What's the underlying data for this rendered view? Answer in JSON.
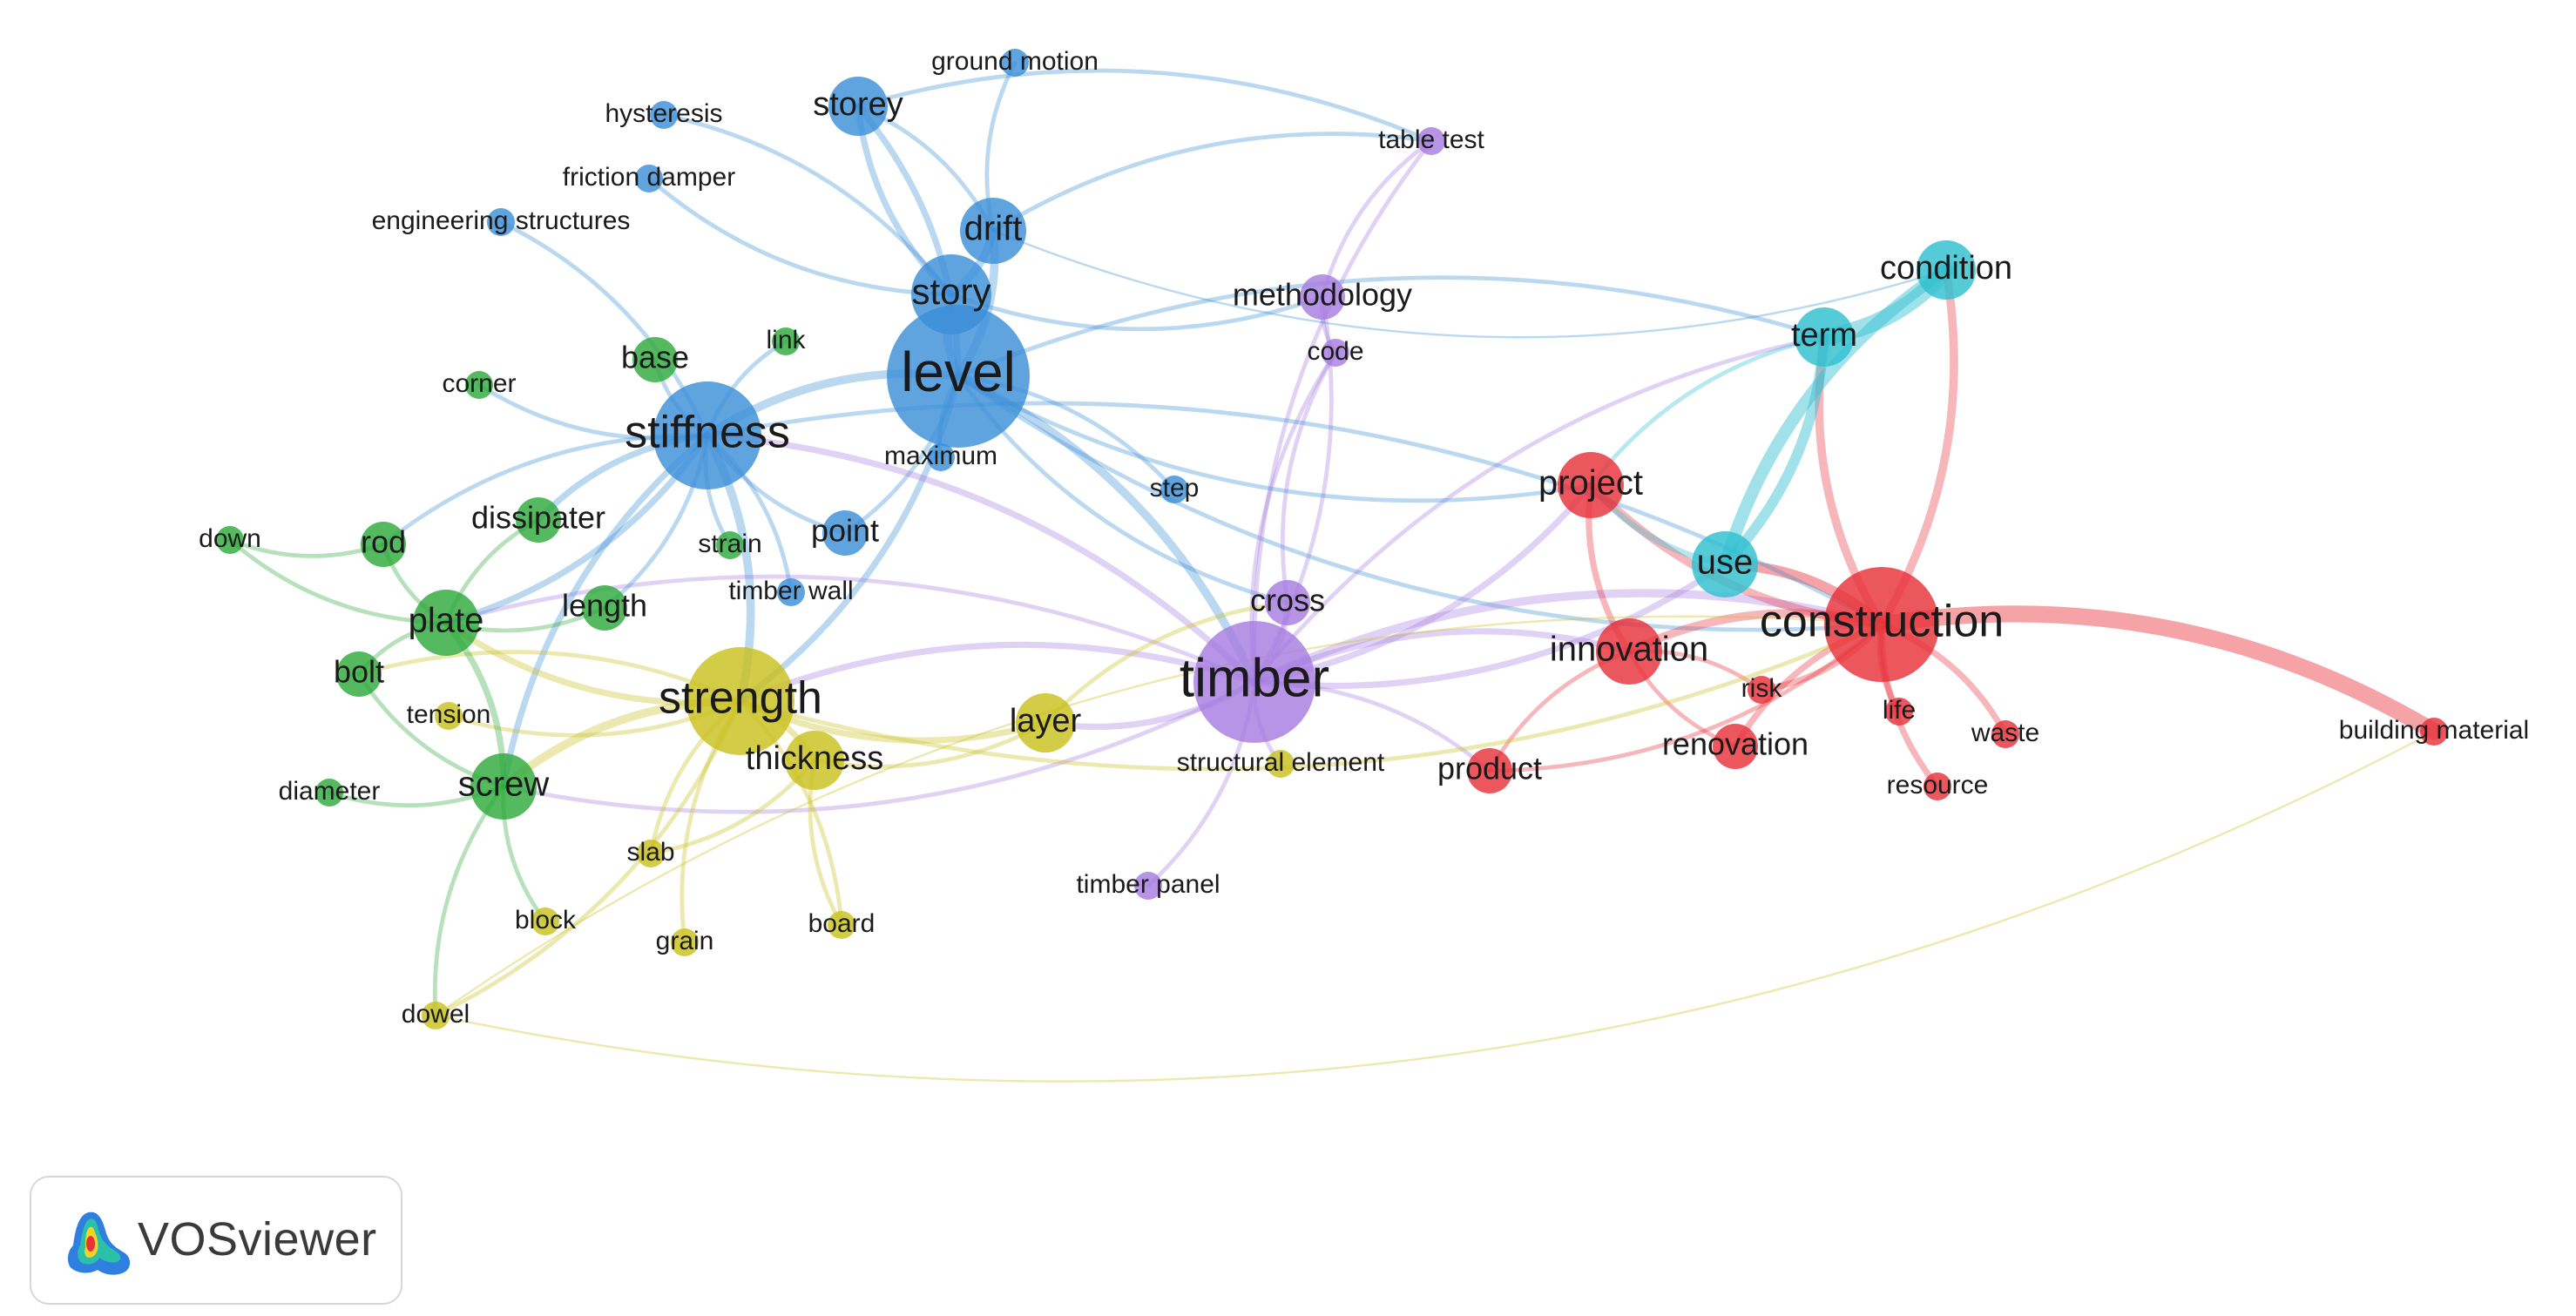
{
  "clusters": {
    "red": {
      "color": "#e8323a"
    },
    "green": {
      "color": "#2eaa3c"
    },
    "blue": {
      "color": "#3c8fd8"
    },
    "yellow": {
      "color": "#c9c11e"
    },
    "purple": {
      "color": "#a77de0"
    },
    "cyan": {
      "color": "#2fbfd0"
    }
  },
  "nodes": [
    {
      "id": "level",
      "label": "level",
      "cluster": "blue",
      "weight": 10
    },
    {
      "id": "timber",
      "label": "timber",
      "cluster": "purple",
      "weight": 9
    },
    {
      "id": "construction",
      "label": "construction",
      "cluster": "red",
      "weight": 8
    },
    {
      "id": "stiffness",
      "label": "stiffness",
      "cluster": "blue",
      "weight": 7
    },
    {
      "id": "strength",
      "label": "strength",
      "cluster": "yellow",
      "weight": 7
    },
    {
      "id": "story",
      "label": "story",
      "cluster": "blue",
      "weight": 6
    },
    {
      "id": "drift",
      "label": "drift",
      "cluster": "blue",
      "weight": 5
    },
    {
      "id": "storey",
      "label": "storey",
      "cluster": "blue",
      "weight": 4
    },
    {
      "id": "screw",
      "label": "screw",
      "cluster": "green",
      "weight": 5
    },
    {
      "id": "plate",
      "label": "plate",
      "cluster": "green",
      "weight": 5
    },
    {
      "id": "innovation",
      "label": "innovation",
      "cluster": "red",
      "weight": 5
    },
    {
      "id": "project",
      "label": "project",
      "cluster": "red",
      "weight": 5
    },
    {
      "id": "use",
      "label": "use",
      "cluster": "cyan",
      "weight": 5
    },
    {
      "id": "term",
      "label": "term",
      "cluster": "cyan",
      "weight": 4
    },
    {
      "id": "condition",
      "label": "condition",
      "cluster": "cyan",
      "weight": 4
    },
    {
      "id": "layer",
      "label": "layer",
      "cluster": "yellow",
      "weight": 4
    },
    {
      "id": "thickness",
      "label": "thickness",
      "cluster": "yellow",
      "weight": 4
    },
    {
      "id": "cross",
      "label": "cross",
      "cluster": "purple",
      "weight": 3
    },
    {
      "id": "dissipater",
      "label": "dissipater",
      "cluster": "green",
      "weight": 3
    },
    {
      "id": "length",
      "label": "length",
      "cluster": "green",
      "weight": 3
    },
    {
      "id": "point",
      "label": "point",
      "cluster": "blue",
      "weight": 3
    },
    {
      "id": "base",
      "label": "base",
      "cluster": "green",
      "weight": 3
    },
    {
      "id": "rod",
      "label": "rod",
      "cluster": "green",
      "weight": 3
    },
    {
      "id": "bolt",
      "label": "bolt",
      "cluster": "green",
      "weight": 3
    },
    {
      "id": "product",
      "label": "product",
      "cluster": "red",
      "weight": 3
    },
    {
      "id": "renovation",
      "label": "renovation",
      "cluster": "red",
      "weight": 3
    },
    {
      "id": "risk",
      "label": "risk",
      "cluster": "red",
      "weight": 2
    },
    {
      "id": "life",
      "label": "life",
      "cluster": "red",
      "weight": 2
    },
    {
      "id": "waste",
      "label": "waste",
      "cluster": "red",
      "weight": 2
    },
    {
      "id": "resource",
      "label": "resource",
      "cluster": "red",
      "weight": 2
    },
    {
      "id": "building-material",
      "label": "building material",
      "cluster": "red",
      "weight": 2
    },
    {
      "id": "methodology",
      "label": "methodology",
      "cluster": "purple",
      "weight": 3
    },
    {
      "id": "code",
      "label": "code",
      "cluster": "purple",
      "weight": 2
    },
    {
      "id": "step",
      "label": "step",
      "cluster": "blue",
      "weight": 2
    },
    {
      "id": "table-test",
      "label": "table test",
      "cluster": "purple",
      "weight": 2
    },
    {
      "id": "structural-element",
      "label": "structural element",
      "cluster": "yellow",
      "weight": 2
    },
    {
      "id": "timber-panel",
      "label": "timber panel",
      "cluster": "purple",
      "weight": 2
    },
    {
      "id": "ground-motion",
      "label": "ground motion",
      "cluster": "blue",
      "weight": 2
    },
    {
      "id": "hysteresis",
      "label": "hysteresis",
      "cluster": "blue",
      "weight": 2
    },
    {
      "id": "friction-damper",
      "label": "friction damper",
      "cluster": "blue",
      "weight": 2
    },
    {
      "id": "engineering-structures",
      "label": "engineering structures",
      "cluster": "blue",
      "weight": 2
    },
    {
      "id": "link",
      "label": "link",
      "cluster": "green",
      "weight": 2
    },
    {
      "id": "corner",
      "label": "corner",
      "cluster": "green",
      "weight": 2
    },
    {
      "id": "maximum",
      "label": "maximum",
      "cluster": "blue",
      "weight": 2
    },
    {
      "id": "strain",
      "label": "strain",
      "cluster": "green",
      "weight": 2
    },
    {
      "id": "timber-wall",
      "label": "timber wall",
      "cluster": "blue",
      "weight": 2
    },
    {
      "id": "down",
      "label": "down",
      "cluster": "green",
      "weight": 2
    },
    {
      "id": "tension",
      "label": "tension",
      "cluster": "yellow",
      "weight": 2
    },
    {
      "id": "diameter",
      "label": "diameter",
      "cluster": "green",
      "weight": 2
    },
    {
      "id": "slab",
      "label": "slab",
      "cluster": "yellow",
      "weight": 2
    },
    {
      "id": "block",
      "label": "block",
      "cluster": "yellow",
      "weight": 2
    },
    {
      "id": "grain",
      "label": "grain",
      "cluster": "yellow",
      "weight": 2
    },
    {
      "id": "board",
      "label": "board",
      "cluster": "yellow",
      "weight": 2
    },
    {
      "id": "dowel",
      "label": "dowel",
      "cluster": "yellow",
      "weight": 2
    }
  ],
  "links": [
    [
      "level",
      "timber",
      4
    ],
    [
      "level",
      "stiffness",
      4
    ],
    [
      "level",
      "story",
      4
    ],
    [
      "level",
      "drift",
      4
    ],
    [
      "level",
      "strength",
      3
    ],
    [
      "level",
      "storey",
      3
    ],
    [
      "level",
      "point",
      2
    ],
    [
      "level",
      "construction",
      2
    ],
    [
      "level",
      "step",
      2
    ],
    [
      "level",
      "cross",
      2
    ],
    [
      "timber",
      "construction",
      4
    ],
    [
      "timber",
      "strength",
      3
    ],
    [
      "timber",
      "innovation",
      3
    ],
    [
      "timber",
      "project",
      3
    ],
    [
      "timber",
      "layer",
      3
    ],
    [
      "timber",
      "cross",
      3
    ],
    [
      "timber",
      "product",
      2
    ],
    [
      "timber",
      "use",
      3
    ],
    [
      "timber",
      "term",
      2
    ],
    [
      "timber",
      "methodology",
      2
    ],
    [
      "timber",
      "code",
      2
    ],
    [
      "timber",
      "structural-element",
      2
    ],
    [
      "timber",
      "timber-panel",
      2
    ],
    [
      "timber",
      "stiffness",
      3
    ],
    [
      "timber",
      "screw",
      2
    ],
    [
      "timber",
      "plate",
      2
    ],
    [
      "timber",
      "table-test",
      2
    ],
    [
      "construction",
      "use",
      5
    ],
    [
      "construction",
      "term",
      4
    ],
    [
      "construction",
      "condition",
      4
    ],
    [
      "construction",
      "building-material",
      8
    ],
    [
      "construction",
      "innovation",
      4
    ],
    [
      "construction",
      "project",
      4
    ],
    [
      "construction",
      "renovation",
      3
    ],
    [
      "construction",
      "risk",
      3
    ],
    [
      "construction",
      "life",
      3
    ],
    [
      "construction",
      "waste",
      3
    ],
    [
      "construction",
      "resource",
      3
    ],
    [
      "construction",
      "product",
      2
    ],
    [
      "use",
      "term",
      5
    ],
    [
      "use",
      "condition",
      6
    ],
    [
      "term",
      "condition",
      8
    ],
    [
      "use",
      "project",
      3
    ],
    [
      "term",
      "project",
      2
    ],
    [
      "innovation",
      "project",
      3
    ],
    [
      "innovation",
      "renovation",
      2
    ],
    [
      "innovation",
      "risk",
      2
    ],
    [
      "innovation",
      "product",
      2
    ],
    [
      "stiffness",
      "strength",
      4
    ],
    [
      "stiffness",
      "screw",
      3
    ],
    [
      "stiffness",
      "plate",
      3
    ],
    [
      "stiffness",
      "dissipater",
      3
    ],
    [
      "stiffness",
      "base",
      2
    ],
    [
      "stiffness",
      "point",
      2
    ],
    [
      "stiffness",
      "length",
      2
    ],
    [
      "stiffness",
      "rod",
      2
    ],
    [
      "stiffness",
      "link",
      2
    ],
    [
      "strength",
      "screw",
      4
    ],
    [
      "strength",
      "thickness",
      3
    ],
    [
      "strength",
      "layer",
      3
    ],
    [
      "strength",
      "plate",
      3
    ],
    [
      "strength",
      "bolt",
      2
    ],
    [
      "strength",
      "tension",
      2
    ],
    [
      "strength",
      "slab",
      2
    ],
    [
      "strength",
      "dowel",
      2
    ],
    [
      "strength",
      "grain",
      2
    ],
    [
      "strength",
      "board",
      2
    ],
    [
      "screw",
      "plate",
      3
    ],
    [
      "screw",
      "diameter",
      2
    ],
    [
      "screw",
      "dowel",
      2
    ],
    [
      "screw",
      "bolt",
      2
    ],
    [
      "screw",
      "block",
      2
    ],
    [
      "plate",
      "rod",
      2
    ],
    [
      "plate",
      "bolt",
      2
    ],
    [
      "plate",
      "dissipater",
      2
    ],
    [
      "plate",
      "length",
      2
    ],
    [
      "plate",
      "down",
      2
    ],
    [
      "story",
      "drift",
      4
    ],
    [
      "story",
      "storey",
      3
    ],
    [
      "drift",
      "storey",
      2
    ],
    [
      "drift",
      "ground-motion",
      2
    ],
    [
      "story",
      "hysteresis",
      2
    ],
    [
      "story",
      "friction-damper",
      2
    ],
    [
      "stiffness",
      "engineering-structures",
      2
    ],
    [
      "drift",
      "table-test",
      2
    ],
    [
      "level",
      "maximum",
      2
    ],
    [
      "stiffness",
      "corner",
      2
    ],
    [
      "stiffness",
      "strain",
      2
    ],
    [
      "stiffness",
      "timber-wall",
      2
    ],
    [
      "thickness",
      "layer",
      2
    ],
    [
      "thickness",
      "slab",
      2
    ],
    [
      "thickness",
      "board",
      2
    ],
    [
      "layer",
      "cross",
      2
    ],
    [
      "methodology",
      "code",
      2
    ],
    [
      "methodology",
      "table-test",
      2
    ],
    [
      "code",
      "cross",
      2
    ],
    [
      "dowel",
      "construction",
      1
    ],
    [
      "dowel",
      "building-material",
      1
    ],
    [
      "rod",
      "down",
      2
    ],
    [
      "strength",
      "construction",
      2
    ],
    [
      "stiffness",
      "construction",
      2
    ],
    [
      "story",
      "methodology",
      2
    ],
    [
      "storey",
      "table-test",
      2
    ],
    [
      "drift",
      "condition",
      1
    ],
    [
      "level",
      "term",
      2
    ],
    [
      "level",
      "project",
      2
    ]
  ],
  "logo": {
    "name": "VOSviewer",
    "icon": "vosviewer-logo-icon"
  }
}
